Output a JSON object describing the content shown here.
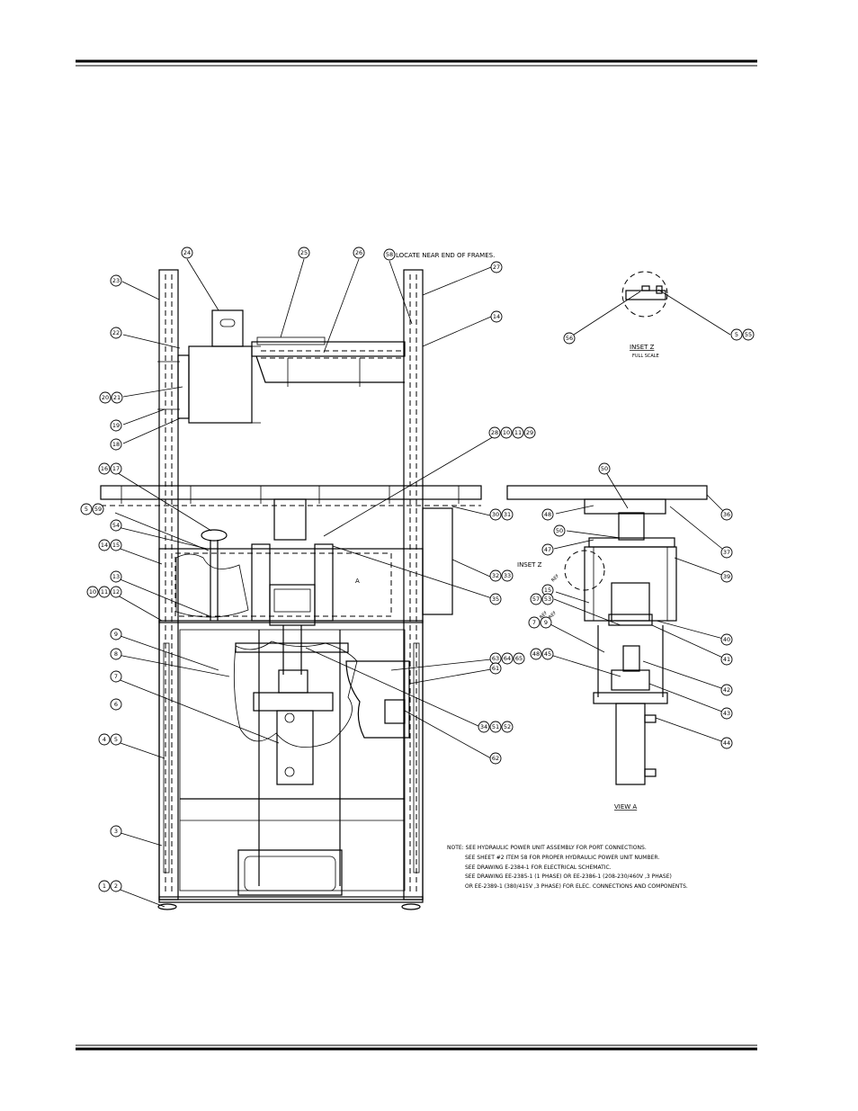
{
  "inset_z": {
    "title": "INSET Z",
    "scale": "FULL SCALE"
  },
  "view_a": {
    "title": "VIEW A"
  },
  "callouts": {
    "locate_note": "LOCATE NEAR END OF FRAMES.",
    "inset_z_ref": "INSET Z",
    "section_a": "A"
  },
  "ref": "REF",
  "notes": {
    "line1": "NOTE: SEE HYDRAULIC POWER UNIT ASSEMBLY FOR PORT CONNECTIONS.",
    "line2": "SEE SHEET #2 ITEM 58 FOR PROPER HYDRAULIC POWER UNIT NUMBER.",
    "line3": "SEE DRAWING E-2384-1 FOR ELECTRICAL SCHEMATIC.",
    "line4": "SEE DRAWING EE-2385-1 (1 PHASE) OR EE-2386-1 (208-230/460V ,3 PHASE)",
    "line5": "OR EE-2389-1 (380/415V ,3 PHASE) FOR ELEC. CONNECTIONS AND COMPONENTS."
  },
  "balloons": {
    "b24": "24",
    "b25": "25",
    "b26": "26",
    "b58a": "58",
    "b27": "27",
    "b23": "23",
    "b14a": "14",
    "b22": "22",
    "b20": "20",
    "b21": "21",
    "b19": "19",
    "b18": "18",
    "b28": "28",
    "b10a": "10",
    "b11a": "11",
    "b29": "29",
    "b16": "16",
    "b17": "17",
    "b5a": "5",
    "b59": "59",
    "b54": "54",
    "b14b": "14",
    "b15a": "15",
    "b13": "13",
    "b10b": "10",
    "b11b": "11",
    "b12": "12",
    "b9a": "9",
    "b8": "8",
    "b7a": "7",
    "b6": "6",
    "b4": "4",
    "b5b": "5",
    "b3": "3",
    "b1": "1",
    "b2": "2",
    "b30": "30",
    "b31": "31",
    "b32": "32",
    "b33": "33",
    "b35": "35",
    "b63": "63",
    "b64": "64",
    "b65": "65",
    "b61": "61",
    "b34": "34",
    "b51": "51",
    "b52": "52",
    "b62": "62",
    "b56": "56",
    "b5c": "5",
    "b55": "55",
    "b50a": "50",
    "b36": "36",
    "b48a": "48",
    "b50b": "50",
    "b37": "37",
    "b47": "47",
    "b39": "39",
    "b15b": "15",
    "b57": "57",
    "b53": "53",
    "b7b": "7",
    "b9b": "9",
    "b40": "40",
    "b41": "41",
    "b48b": "48",
    "b45": "45",
    "b42": "42",
    "b43": "43",
    "b44": "44"
  }
}
